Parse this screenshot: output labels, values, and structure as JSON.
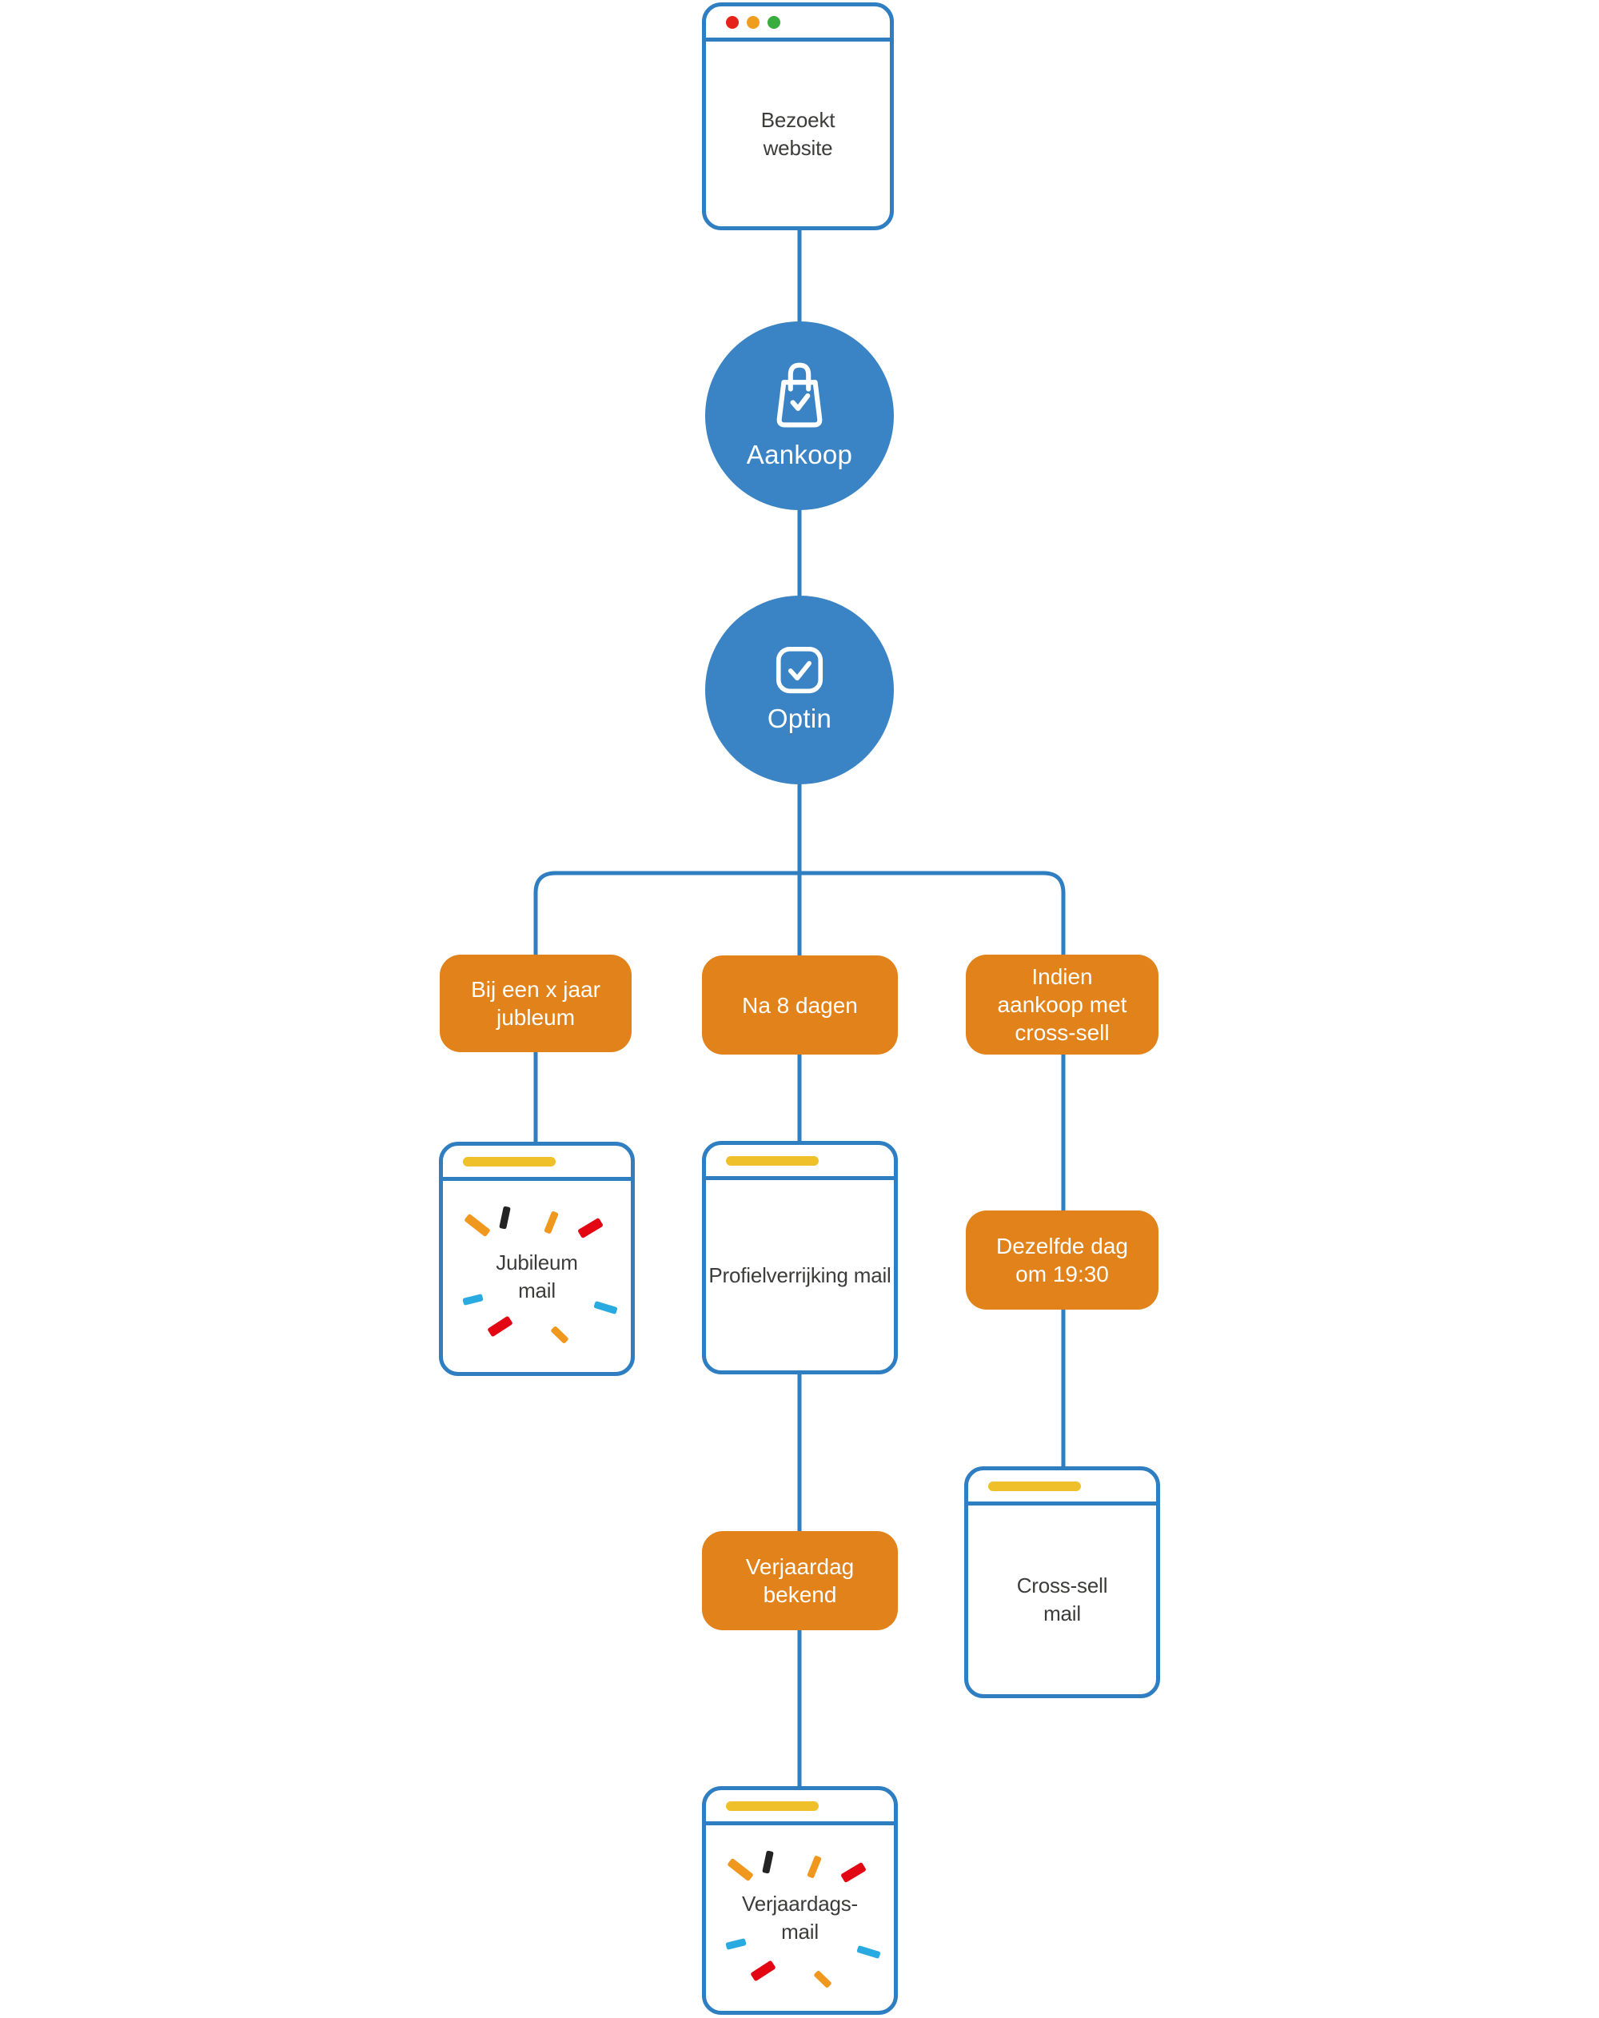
{
  "theme": {
    "line_blue": "#2f7ec2",
    "node_blue": "#3a84c5",
    "orange": "#e2821b",
    "yellow_bar": "#f0c02a",
    "text_dark": "#3c3c3b",
    "dot_red": "#e5231b",
    "dot_orange": "#f09c1e",
    "dot_green": "#38ac3c",
    "confetti_orange": "#f0981e",
    "confetti_red": "#e30613",
    "confetti_cyan": "#29abe2",
    "confetti_black": "#232323"
  },
  "flow": {
    "start": {
      "label": "Bezoekt website"
    },
    "aankoop": {
      "label": "Aankoop",
      "icon": "shopping-bag-check-icon"
    },
    "optin": {
      "label": "Optin",
      "icon": "checkbox-check-icon"
    },
    "branches": {
      "left": {
        "condition": "Bij een x jaar jubleum",
        "mail": "Jubileum mail"
      },
      "middle": {
        "condition": "Na 8 dagen",
        "mail": "Profielverrijking mail",
        "condition2": "Verjaardag bekend",
        "mail2": "Verjaardags-mail"
      },
      "right": {
        "condition": "Indien aankoop met cross-sell",
        "condition2": "Dezelfde dag om 19:30",
        "mail": "Cross-sell mail"
      }
    }
  }
}
